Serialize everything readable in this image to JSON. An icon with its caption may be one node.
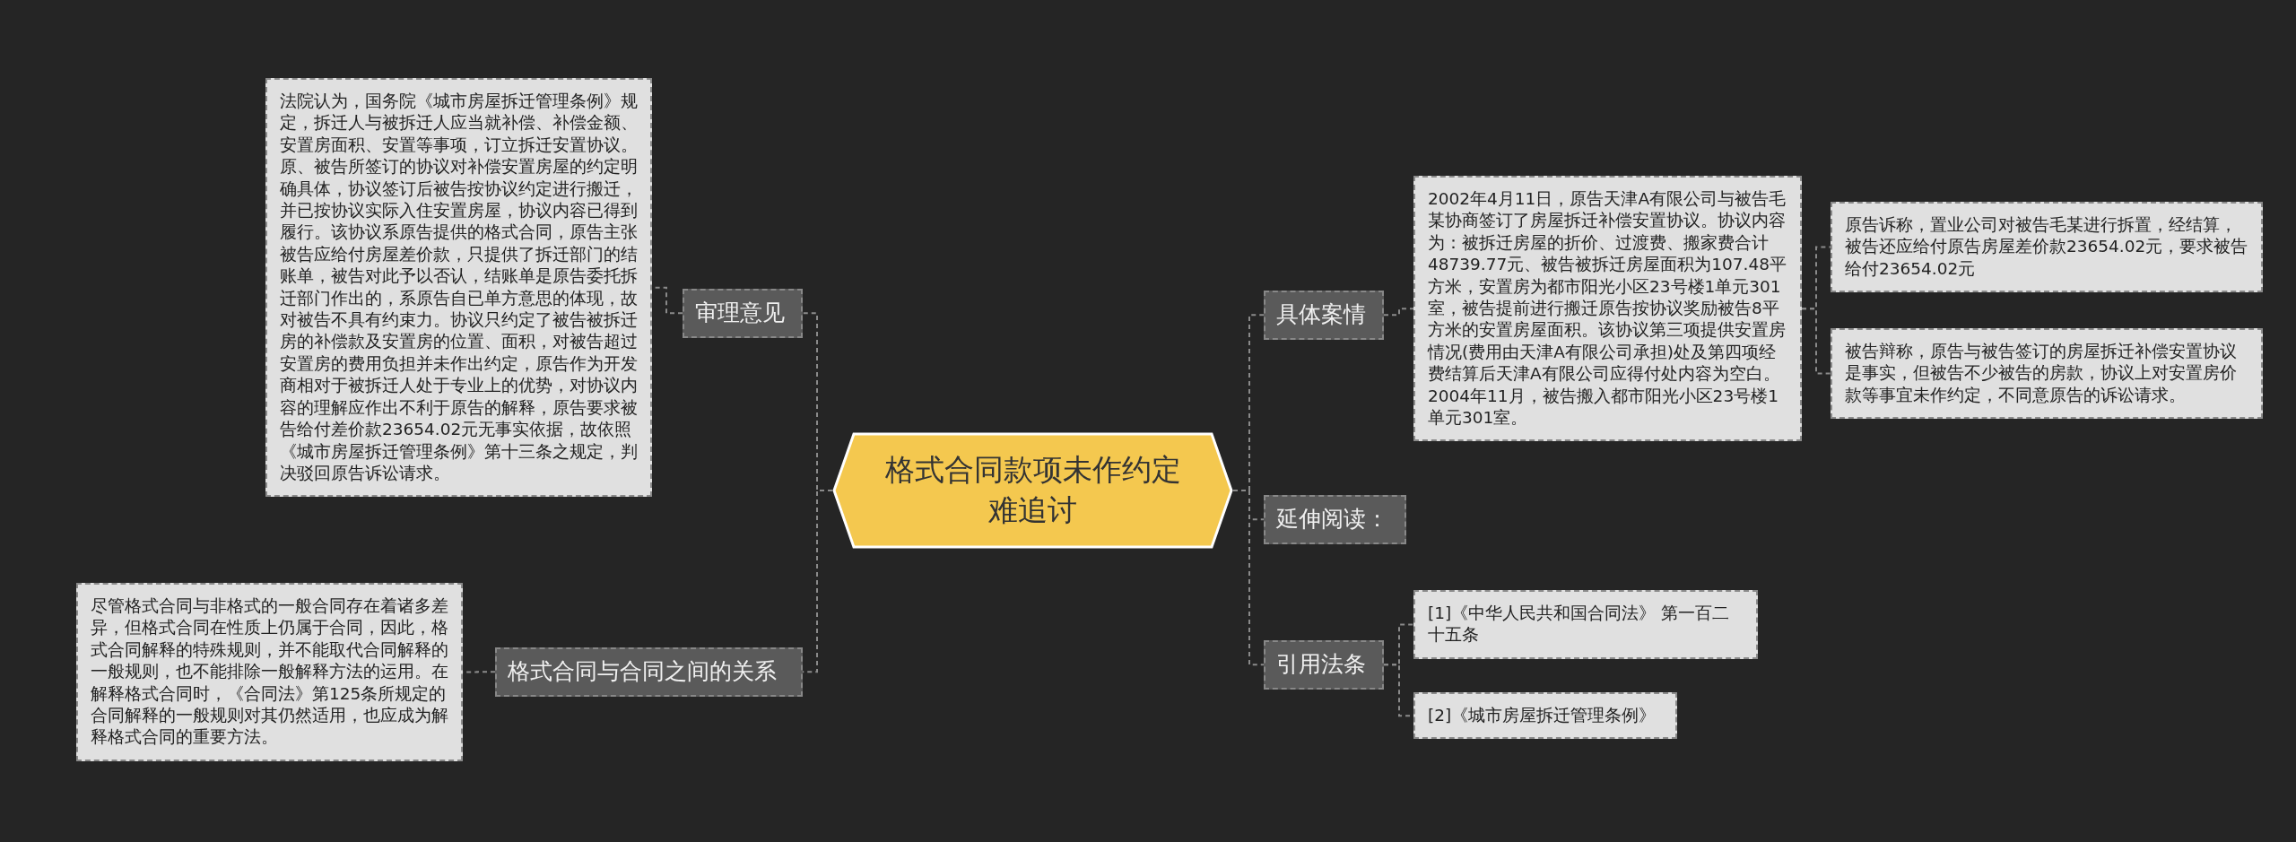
{
  "diagram": {
    "nodes": [
      {
        "text": [
          "格式合同款项未作约定难追讨"
        ]
      },
      {
        "text": [
          "审理意见"
        ]
      },
      {
        "text": [
          "法院认为，国务院《城市房屋拆迁管理条例》规定，拆迁人与被拆迁人应当就补偿、补偿金额、安置房面积、安置等事项，订立拆迁安置协议。原、被告所签订的协议对补偿安置房屋的约定明确具体，协议签订后被告按协议约定进行搬迁，并已按协议实际入住安置房屋，协议内容已得到履行。该协议系原告提供的格式合同，原告主张被告应给付房屋差价款，只提供了拆迁部门的结账单，被告对此予以否认，结账单是原告委托拆迁部门作出的，系原告自已单方意思的体现，故对被告不具有约束力。协议只约定了被告被拆迁房的补偿款及安置房的位置、面积，对被告超过安置房的费用负担并未作出约定，原告作为开发商相对于被拆迁人处于专业上的优势，对协议内容的理解应作出不利于原告的解释，原告要求被告给付差价款23654.02元无事实依据，故依照《城市房屋拆迁管理条例》第十三条之规定，判决驳回原告诉讼请求。"
        ]
      },
      {
        "text": [
          "格式合同与合同之间的关系"
        ]
      },
      {
        "text": [
          "尽管格式合同与非格式的一般合同存在着诸多差异，但格式合同在性质上仍属于合同，因此，格式合同解释的特殊规则，并不能取代合同解释的一般规则，也不能排除一般解释方法的运用。在解释格式合同时，《合同法》第125条所规定的合同解释的一般规则对其仍然适用，也应成为解释格式合同的重要方法。"
        ]
      },
      {
        "text": [
          "具体案情"
        ]
      },
      {
        "text": [
          "2002年4月11日，原告天津A有限公司与被告毛某协商签订了房屋拆迁补偿安置协议。协议内容为：被拆迁房屋的折价、过渡费、搬家费合计48739.77元、被告被拆迁房屋面积为107.48平方米，安置房为都市阳光小区23号楼1单元301室，被告提前进行搬迁原告按协议奖励被告8平方米的安置房屋面积。该协议第三项提供安置房情况(费用由天津A有限公司承担)处及第四项经费结算后天津A有限公司应得付处内容为空白。2004年11月，被告搬入都市阳光小区23号楼1单元301室。"
        ]
      },
      {
        "text": [
          "原告诉称，置业公司对被告毛某进行拆置，经结算，被告还应给付原告房屋差价款23654.02元，要求被告给付23654.02元"
        ]
      },
      {
        "text": [
          "被告辩称，原告与被告签订的房屋拆迁补偿安置协议是事实，但被告不少被告的房款，协议上对安置房价款等事宜未作约定，不同意原告的诉讼请求。"
        ]
      },
      {
        "text": [
          "延伸阅读："
        ]
      },
      {
        "text": [
          "引用法条"
        ]
      },
      {
        "text": [
          "[1]《中华人民共和国合同法》 第一百二十五条"
        ]
      },
      {
        "text": [
          "[2]《城市房屋拆迁管理条例》"
        ]
      }
    ],
    "edges": [
      {
        "from": 0,
        "to": 1,
        "arrow": "none"
      },
      {
        "from": 1,
        "to": 2,
        "arrow": "none"
      },
      {
        "from": 0,
        "to": 3,
        "arrow": "none"
      },
      {
        "from": 3,
        "to": 4,
        "arrow": "none"
      },
      {
        "from": 0,
        "to": 5,
        "arrow": "none"
      },
      {
        "from": 5,
        "to": 6,
        "arrow": "none"
      },
      {
        "from": 6,
        "to": 7,
        "arrow": "none"
      },
      {
        "from": 6,
        "to": 8,
        "arrow": "none"
      },
      {
        "from": 0,
        "to": 9,
        "arrow": "none"
      },
      {
        "from": 0,
        "to": 10,
        "arrow": "none"
      },
      {
        "from": 10,
        "to": 11,
        "arrow": "none"
      },
      {
        "from": 10,
        "to": 12,
        "arrow": "none"
      }
    ]
  }
}
